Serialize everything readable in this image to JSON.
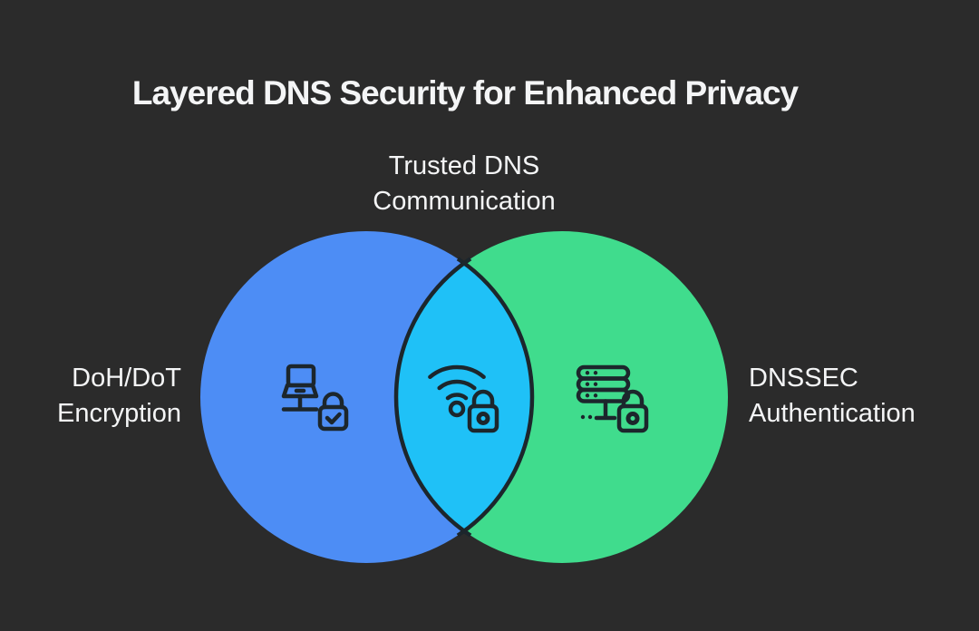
{
  "title": "Layered DNS Security for Enhanced Privacy",
  "venn": {
    "top_label": "Trusted DNS Communication",
    "left_label": "DoH/DoT Encryption",
    "right_label": "DNSSEC Authentication",
    "colors": {
      "background": "#2b2b2b",
      "left_circle": "#4d8df5",
      "right_circle": "#40dc8d",
      "intersection": "#1fc1f7",
      "outline": "#1c262c",
      "text": "#f4f5f6"
    },
    "icons": {
      "left": "desktop-lock-check-icon",
      "center": "wifi-lock-icon",
      "right": "server-lock-icon"
    }
  }
}
